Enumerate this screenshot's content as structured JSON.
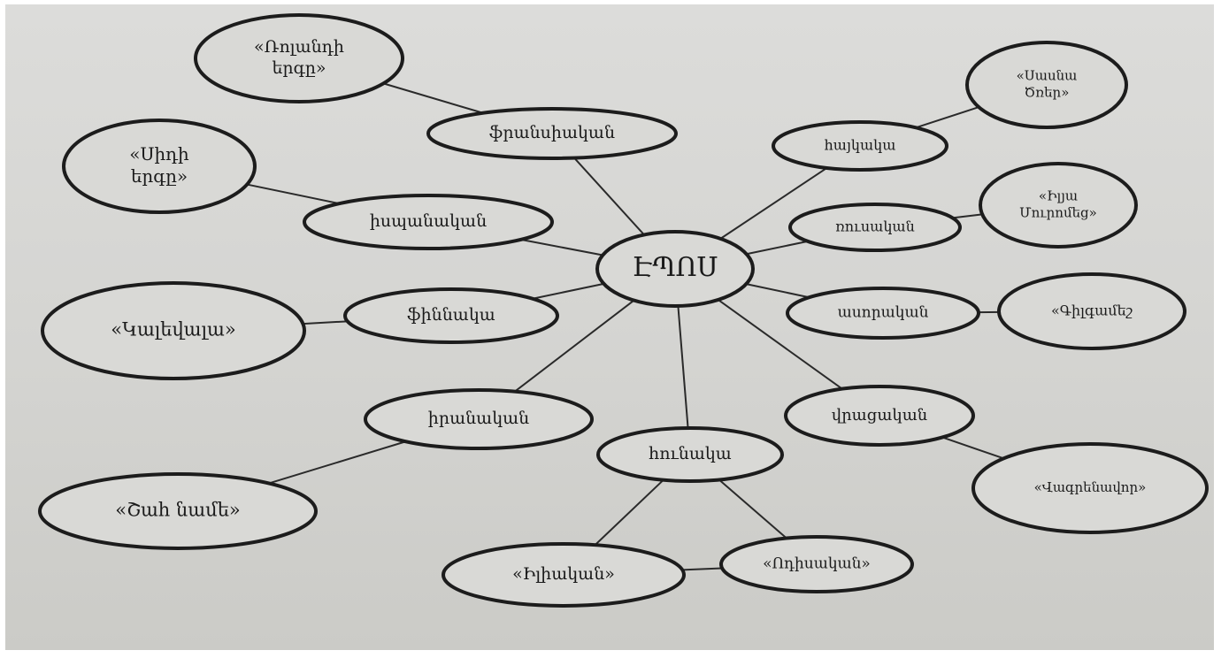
{
  "diagram": {
    "center": "ԷՊՈՍ",
    "branches": [
      {
        "id": "fr",
        "label": "ֆրանսիական"
      },
      {
        "id": "es",
        "label": "իսպանական"
      },
      {
        "id": "fi",
        "label": "ֆիննակա"
      },
      {
        "id": "ir",
        "label": "իրանական"
      },
      {
        "id": "gr",
        "label": "հունակա"
      },
      {
        "id": "ka",
        "label": "վրացական"
      },
      {
        "id": "as",
        "label": "ասորական"
      },
      {
        "id": "ru",
        "label": "ռուսական"
      },
      {
        "id": "hy",
        "label": "հայկակա"
      }
    ],
    "leaves": [
      {
        "id": "roland",
        "parent": "fr",
        "lines": [
          "«Ռոլանդի",
          "երգը»"
        ]
      },
      {
        "id": "sid",
        "parent": "es",
        "lines": [
          "«Սիդի",
          "երգը»"
        ]
      },
      {
        "id": "kalevala",
        "parent": "fi",
        "lines": [
          "«Կալեվալա»"
        ]
      },
      {
        "id": "shahname",
        "parent": "ir",
        "lines": [
          "«Շահ նամե»"
        ]
      },
      {
        "id": "iliad",
        "parent": "gr",
        "lines": [
          "«Իլիական»"
        ]
      },
      {
        "id": "odyssey",
        "parent": "gr",
        "lines": [
          "«Ոդիսական»"
        ]
      },
      {
        "id": "vepkhis",
        "parent": "ka",
        "lines": [
          "«Վագրենավոր»"
        ]
      },
      {
        "id": "gilgamesh",
        "parent": "as",
        "lines": [
          "«Գիլգամեշ"
        ]
      },
      {
        "id": "ilya",
        "parent": "ru",
        "lines": [
          "«Իլյա",
          "Մուրոմեց»"
        ]
      },
      {
        "id": "sasna",
        "parent": "hy",
        "lines": [
          "«Սասնա",
          "Ծռեր»"
        ]
      }
    ]
  }
}
